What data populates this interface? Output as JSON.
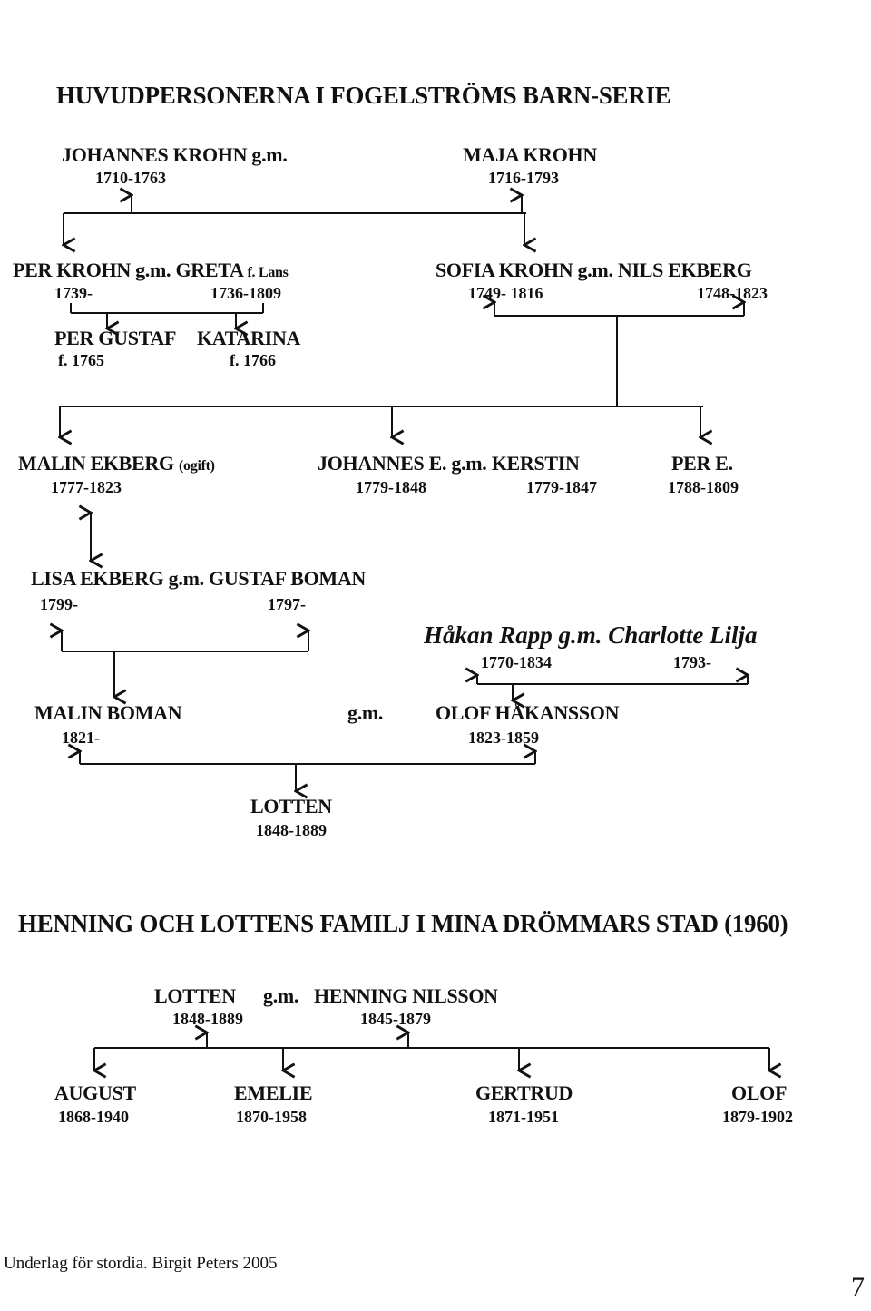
{
  "titles": {
    "series": "HUVUDPERSONERNA I FOGELSTRÖMS BARN-SERIE",
    "family": "HENNING OCH LOTTENS FAMILJ I MINA DRÖMMARS STAD (1960)"
  },
  "gm": "g.m.",
  "people": {
    "johannes_krohn": {
      "name": "JOHANNES KROHN g.m.",
      "years": "1710-1763"
    },
    "maja_krohn": {
      "name": "MAJA KROHN",
      "years": "1716-1793"
    },
    "per_krohn": {
      "name": "PER KROHN g.m. GRETA",
      "suffix": "f. Lans",
      "years": "1739-"
    },
    "greta": {
      "years": "1736-1809"
    },
    "sofia_krohn": {
      "name": "SOFIA KROHN g.m. NILS EKBERG",
      "years": "1749- 1816"
    },
    "nils_ekberg": {
      "years": "1748-1823"
    },
    "per_gustaf": {
      "name": "PER GUSTAF",
      "years": "f. 1765"
    },
    "katarina": {
      "name": "KATARINA",
      "years": "f. 1766"
    },
    "malin_ekberg": {
      "name": "MALIN EKBERG",
      "note": "(ogift)",
      "years": "1777-1823"
    },
    "johannes_e": {
      "name": "JOHANNES E. g.m. KERSTIN",
      "years": "1779-1848"
    },
    "kerstin": {
      "years": "1779-1847"
    },
    "per_e": {
      "name": "PER E.",
      "years": "1788-1809"
    },
    "lisa_ekberg": {
      "name": "LISA EKBERG g.m. GUSTAF BOMAN",
      "years": "1799-"
    },
    "gustaf_boman": {
      "years": "1797-"
    },
    "hakan_rapp": {
      "name": "Håkan Rapp g.m. Charlotte Lilja",
      "years": "1770-1834"
    },
    "charlotte_lilja": {
      "years": "1793-"
    },
    "malin_boman": {
      "name": "MALIN BOMAN",
      "years": "1821-"
    },
    "olof_hakansson": {
      "name": "OLOF HÅKANSSON",
      "years": "1823-1859"
    },
    "lotten": {
      "name": "LOTTEN",
      "years": "1848-1889"
    },
    "lotten2": {
      "name": "LOTTEN",
      "years": "1848-1889"
    },
    "henning_nilsson": {
      "name": "HENNING NILSSON",
      "years": "1845-1879"
    },
    "august": {
      "name": "AUGUST",
      "years": "1868-1940"
    },
    "emelie": {
      "name": "EMELIE",
      "years": "1870-1958"
    },
    "gertrud": {
      "name": "GERTRUD",
      "years": "1871-1951"
    },
    "olof": {
      "name": "OLOF",
      "years": "1879-1902"
    }
  },
  "footer": {
    "credit": "Underlag för stordia.  Birgit Peters 2005",
    "page_number": "7"
  }
}
